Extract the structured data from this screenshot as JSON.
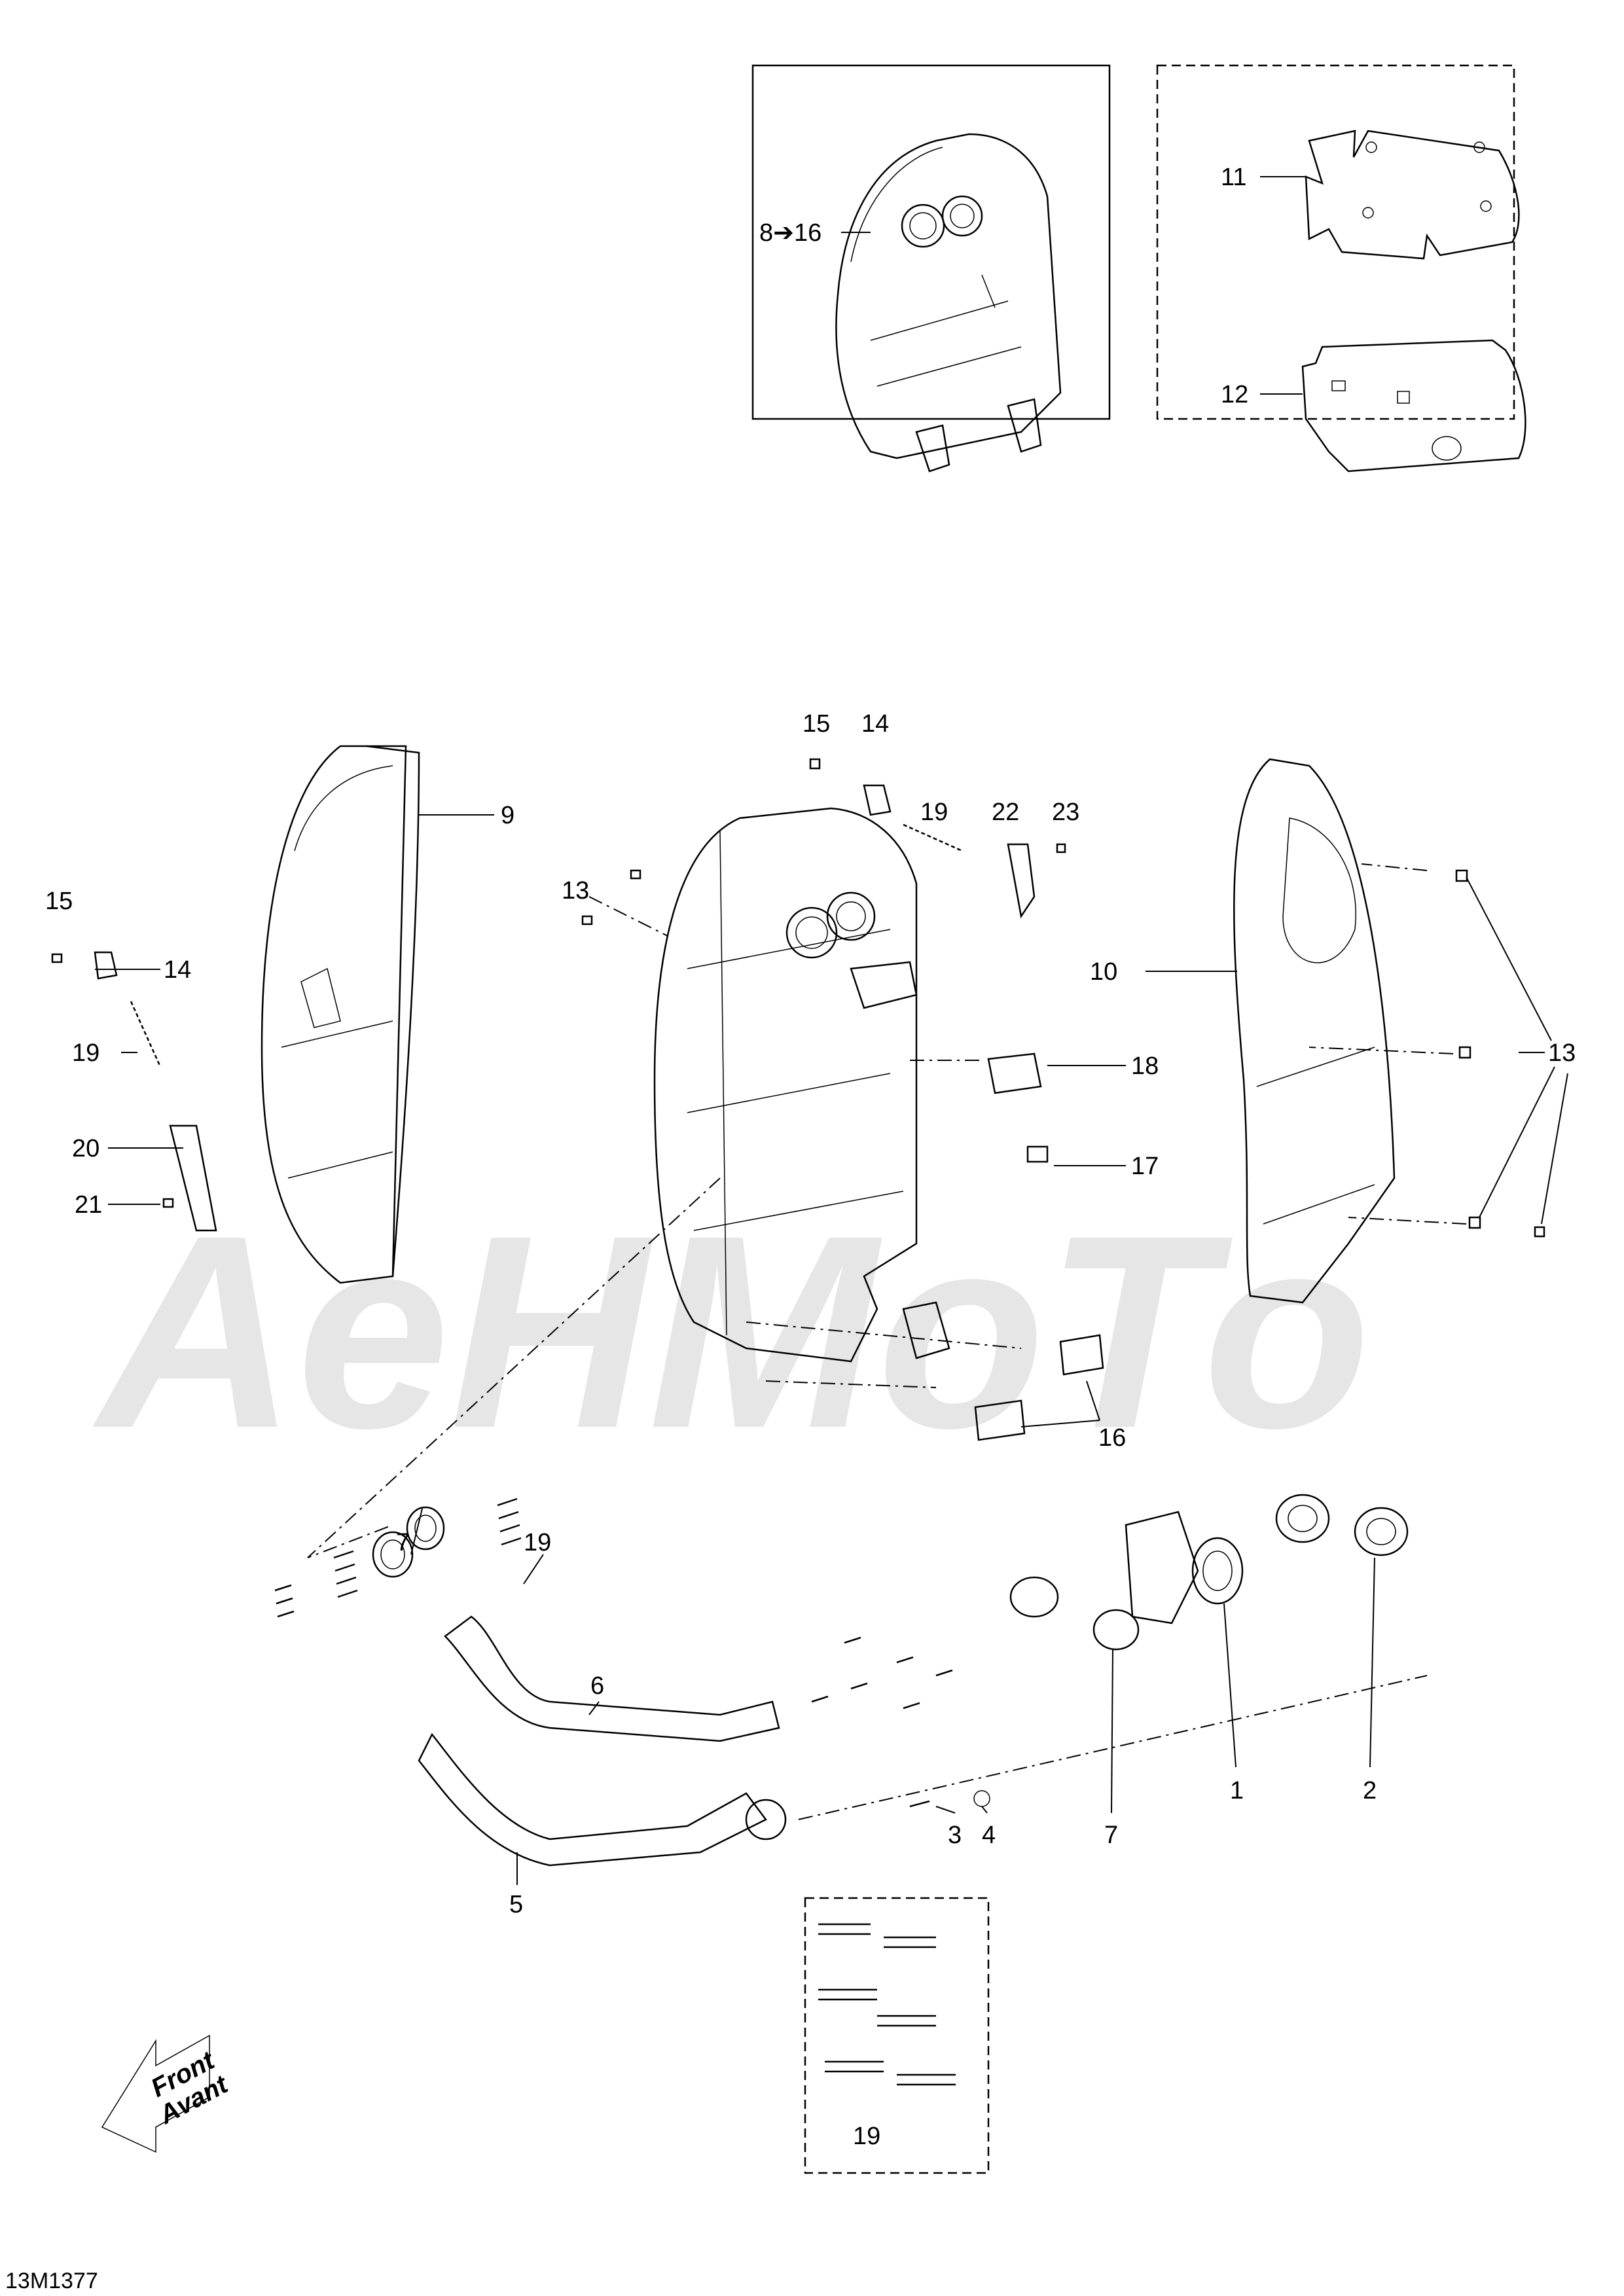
{
  "diagram": {
    "code": "13M1377",
    "watermark": "AeHMoTo",
    "front_arrow": {
      "line1": "Front",
      "line2": "Avant"
    },
    "inset_labels": {
      "muffler_kit": "8➔16",
      "gasket_11": "11",
      "gasket_12": "12"
    },
    "callouts": {
      "c15a": "15",
      "c14a": "14",
      "c19a": "19",
      "c22": "22",
      "c23": "23",
      "c9": "9",
      "c13a": "13",
      "c15b": "15",
      "c14b": "14",
      "c10": "10",
      "c19b": "19",
      "c18": "18",
      "c13b": "13",
      "c17": "17",
      "c20": "20",
      "c21": "21",
      "c16": "16",
      "c7a": "7",
      "c19c": "19",
      "c6": "6",
      "c1": "1",
      "c2": "2",
      "c3": "3",
      "c4": "4",
      "c7b": "7",
      "c5": "5",
      "c19d": "19"
    }
  }
}
